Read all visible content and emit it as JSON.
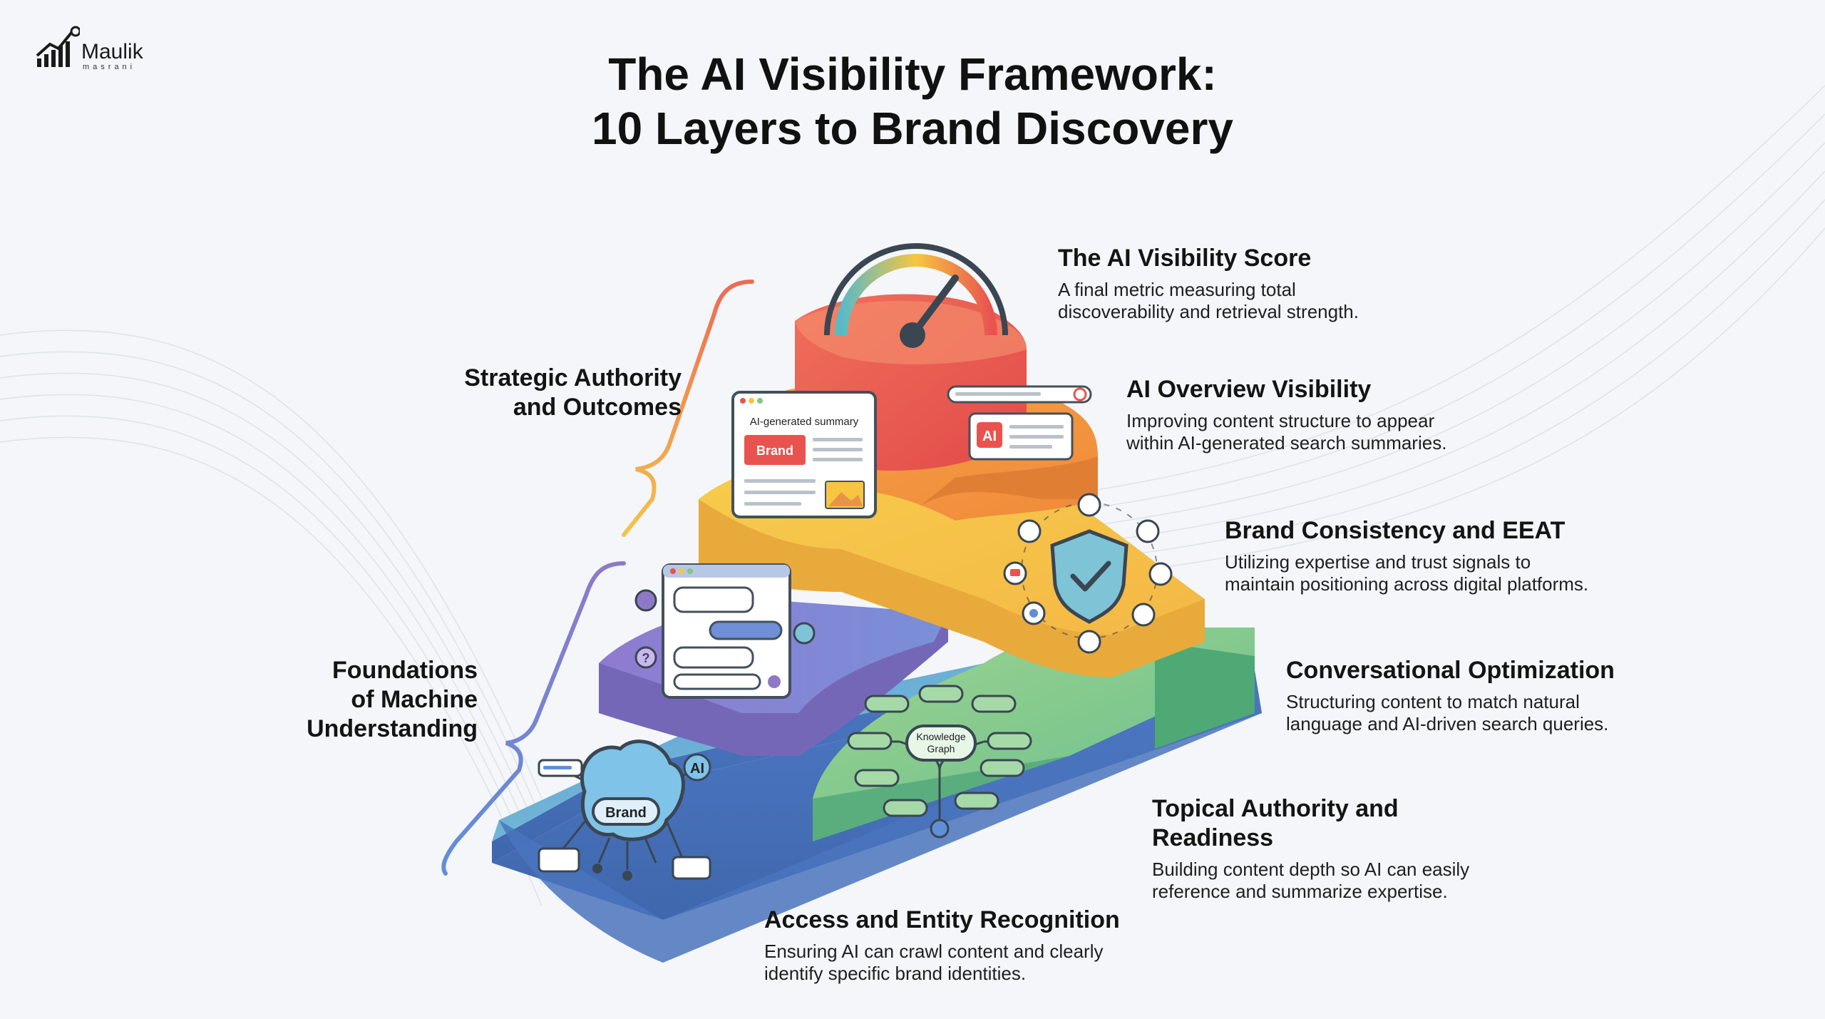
{
  "brand": {
    "name": "Maulik",
    "sub": "masrani",
    "icon": "bar-chart-growth-icon"
  },
  "title": {
    "line1": "The AI Visibility Framework:",
    "line2": "10 Layers to Brand Discovery"
  },
  "groups": {
    "strategic": {
      "line1": "Strategic Authority",
      "line2": "and Outcomes"
    },
    "foundations": {
      "line1": "Foundations",
      "line2": "of Machine",
      "line3": "Understanding"
    }
  },
  "layers": {
    "score": {
      "title": "The AI Visibility Score",
      "desc1": "A final metric measuring total",
      "desc2": "discoverability and retrieval strength."
    },
    "overview": {
      "title": "AI Overview Visibility",
      "desc1": "Improving content structure to appear",
      "desc2": "within AI-generated search summaries."
    },
    "eeat": {
      "title": "Brand Consistency and EEAT",
      "desc1": "Utilizing expertise and trust signals to",
      "desc2": "maintain positioning across digital platforms."
    },
    "conversational": {
      "title": "Conversational Optimization",
      "desc1": "Structuring content to match natural",
      "desc2": "language and AI-driven search queries."
    },
    "topical": {
      "title1": "Topical Authority and",
      "title2": "Readiness",
      "desc1": "Building content depth so AI can easily",
      "desc2": "reference and summarize expertise."
    },
    "access": {
      "title": "Access and Entity Recognition",
      "desc1": "Ensuring AI can crawl content and clearly",
      "desc2": "identify specific brand identities."
    }
  },
  "illustrations": {
    "summary_card": {
      "header": "AI-generated summary",
      "badge": "Brand"
    },
    "ai_badge": "AI",
    "knowledge_graph": {
      "line1": "Knowledge",
      "line2": "Graph"
    },
    "brain": {
      "label": "Brand",
      "ai_badge": "AI"
    },
    "question_mark": "?"
  },
  "colors": {
    "red": "#e9534f",
    "orange": "#f3923a",
    "yellow": "#f6c640",
    "green": "#7fc784",
    "blue": "#5f8fd8",
    "purple": "#8e79c9",
    "title": "#111111"
  }
}
